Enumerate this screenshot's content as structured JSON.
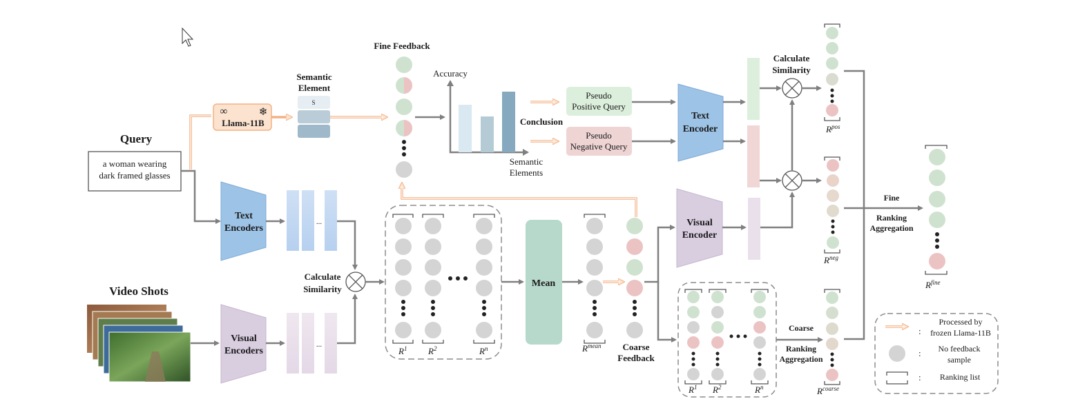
{
  "query": {
    "title": "Query",
    "line1": "a woman wearing",
    "line2": "dark framed glasses"
  },
  "llama": {
    "label": "Llama-11B"
  },
  "semantic_element": {
    "line1": "Semantic",
    "line2": "Element",
    "stack_glyph": "S"
  },
  "fine_feedback": {
    "label": "Fine Feedback"
  },
  "accuracy_chart": {
    "ylabel": "Accuracy",
    "xlabel1": "Semantic",
    "xlabel2": "Elements"
  },
  "conclusion": {
    "label": "Conclusion"
  },
  "pseudo_positive": {
    "line1": "Pseudo",
    "line2": "Positive Query"
  },
  "pseudo_negative": {
    "line1": "Pseudo",
    "line2": "Negative Query"
  },
  "text_encoder": {
    "line1": "Text",
    "line2": "Encoder"
  },
  "text_encoders": {
    "line1": "Text",
    "line2": "Encoders"
  },
  "visual_encoder": {
    "line1": "Visual",
    "line2": "Encoder"
  },
  "visual_encoders": {
    "line1": "Visual",
    "line2": "Encoders"
  },
  "video_shots": {
    "title": "Video Shots"
  },
  "calc_sim_top": {
    "line1": "Calculate",
    "line2": "Similarity"
  },
  "calc_sim_left": {
    "line1": "Calculate",
    "line2": "Similarity"
  },
  "ellipsis": "...",
  "mean": {
    "label": "Mean"
  },
  "coarse_feedback": {
    "line1": "Coarse",
    "line2": "Feedback"
  },
  "fine_agg": {
    "line1": "Fine",
    "line2": "Ranking",
    "line3": "Aggregation"
  },
  "coarse_agg": {
    "line1": "Coarse",
    "line2": "Ranking",
    "line3": "Aggregation"
  },
  "rank_labels": {
    "r1": {
      "base": "R",
      "sup": "1"
    },
    "r2": {
      "base": "R",
      "sup": "2"
    },
    "rn": {
      "base": "R",
      "sup": "n"
    },
    "rmean": {
      "base": "R",
      "sup": "mean"
    },
    "rpos": {
      "base": "R",
      "sup": "pos"
    },
    "rneg": {
      "base": "R",
      "sup": "neg"
    },
    "rfine": {
      "base": "R",
      "sup": "fine"
    },
    "rcoarse": {
      "base": "R",
      "sup": "coarse"
    }
  },
  "legend": {
    "item1_line1": "Processed by",
    "item1_line2": "frozen Llama-11B",
    "item2_line1": "No feedback",
    "item2_line2": "sample",
    "item3": "Ranking list",
    "colon": ":"
  },
  "colors": {
    "arrow_gray": "#7f7f7f",
    "llama_orange": "#f4b183",
    "text_blue": "#9dc3e6",
    "visual_purple": "#d9cde0",
    "green": "#cfe2cf",
    "red": "#ecc3c3",
    "gray_circle": "#d4d4d4",
    "mean_green": "#b7d9cc"
  }
}
